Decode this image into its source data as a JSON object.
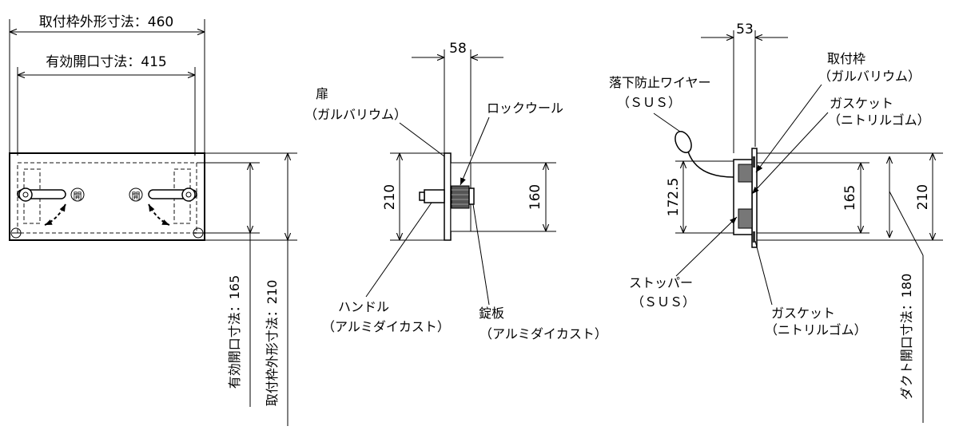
{
  "front_view": {
    "frame_outer_dim": "取付枠外形寸法：460",
    "opening_dim": "有効開口寸法：415",
    "opening_height_dim": "有効開口寸法：165",
    "frame_height_dim": "取付枠外形寸法：210",
    "open_mark": "開"
  },
  "side_view": {
    "width_dim": "58",
    "height_210": "210",
    "height_160": "160",
    "door_label": "扉",
    "door_material": "（ガルバリウム）",
    "rockwool_label": "ロックウール",
    "handle_label": "ハンドル",
    "handle_material": "（アルミダイカスト）",
    "latch_label": "錠板",
    "latch_material": "（アルミダイカスト）"
  },
  "section_view": {
    "width_dim": "53",
    "height_172_5": "172.5",
    "height_165": "165",
    "height_210": "210",
    "duct_dim": "ダクト開口寸法：180",
    "wire_label": "落下防止ワイヤー",
    "wire_material": "（ＳＵＳ）",
    "frame_label": "取付枠",
    "frame_material": "（ガルバリウム）",
    "gasket_top_label": "ガスケット",
    "gasket_top_material": "（ニトリルゴム）",
    "stopper_label": "ストッパー",
    "stopper_material": "（ＳＵＳ）",
    "gasket_bottom_label": "ガスケット",
    "gasket_bottom_material": "（ニトリルゴム）"
  }
}
